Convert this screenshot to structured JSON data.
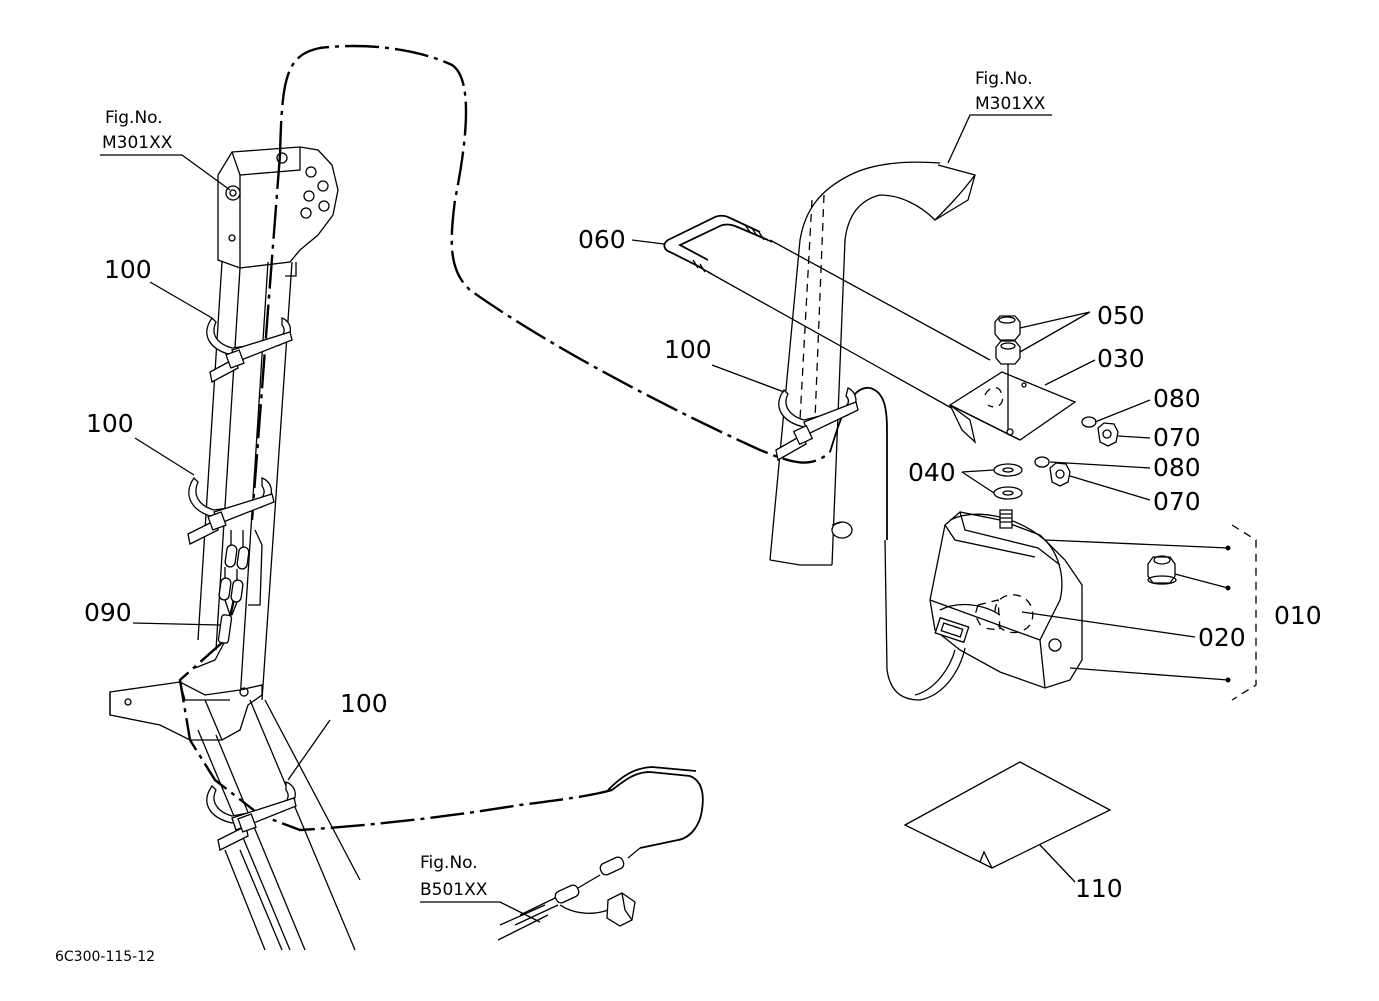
{
  "figure_refs": [
    {
      "prefix": "Fig.No.",
      "code": "M301XX"
    },
    {
      "prefix": "Fig.No.",
      "code": "M301XX"
    },
    {
      "prefix": "Fig.No.",
      "code": "B501XX"
    }
  ],
  "part_labels": {
    "p010": "010",
    "p020": "020",
    "p030": "030",
    "p040": "040",
    "p050": "050",
    "p060": "060",
    "p070a": "070",
    "p070b": "070",
    "p080a": "080",
    "p080b": "080",
    "p090": "090",
    "p100a": "100",
    "p100b": "100",
    "p100c": "100",
    "p100d": "100",
    "p110": "110"
  },
  "drawing_code": "6C300-115-12"
}
